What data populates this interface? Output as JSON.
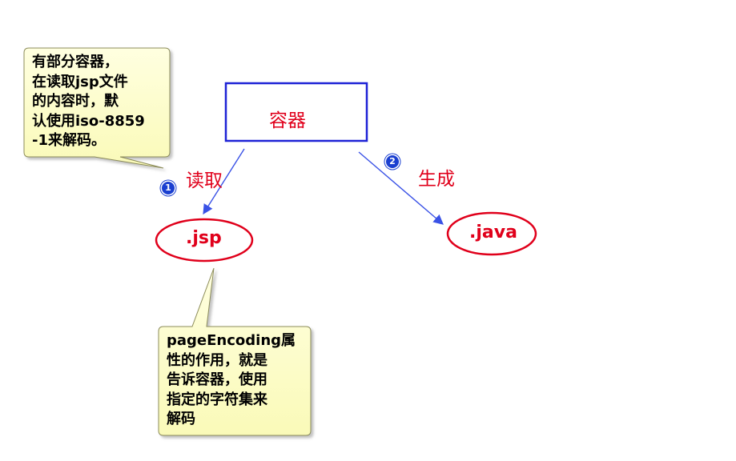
{
  "container": {
    "label": "容器"
  },
  "files": {
    "jsp": ".jsp",
    "java": ".java"
  },
  "steps": [
    {
      "number": "1",
      "label": "读取"
    },
    {
      "number": "2",
      "label": "生成"
    }
  ],
  "notes": {
    "read_note": [
      "有部分容器，",
      "在读取jsp文件",
      "的内容时，默",
      "认使用iso-8859",
      "-1来解码。"
    ],
    "encoding_note": [
      "pageEncoding属",
      "性的作用，就是",
      "告诉容器，使用",
      "指定的字符集来",
      "解码"
    ]
  },
  "colors": {
    "text_red": "#e0001b",
    "box_blue": "#1e22d6",
    "arrow_blue": "#3a52e6",
    "bubble_fill": "#ffffcc",
    "badge_blue": "#1a3fd0"
  }
}
